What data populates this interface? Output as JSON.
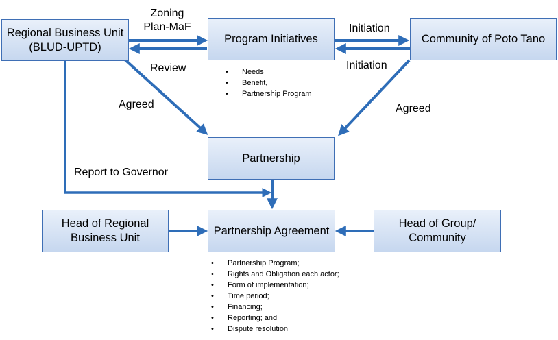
{
  "boxes": {
    "regional_unit": "Regional Business Unit (BLUD-UPTD)",
    "program_initiatives": "Program Initiatives",
    "community": "Community of Poto Tano",
    "partnership": "Partnership",
    "head_regional": "Head of Regional Business Unit",
    "partnership_agreement": "Partnership Agreement",
    "head_group": "Head of Group/ Community"
  },
  "labels": {
    "zoning": "Zoning\nPlan-MaF",
    "review": "Review",
    "initiation_top": "Initiation",
    "initiation_bottom": "Initiation",
    "agreed_left": "Agreed",
    "agreed_right": "Agreed",
    "report": "Report to Governor"
  },
  "initiative_points": [
    "Needs",
    "Benefit,",
    "Partnership Program"
  ],
  "agreement_points": [
    "Partnership Program;",
    "Rights and Obligation each actor;",
    "Form of implementation;",
    "Time period;",
    "Financing;",
    "Reporting; and",
    "Dispute resolution"
  ],
  "colors": {
    "arrow": "#2e6db8",
    "box_border": "#3f6fb5",
    "box_fill_top": "#e9f0fa",
    "box_fill_bottom": "#c6d7ef"
  }
}
